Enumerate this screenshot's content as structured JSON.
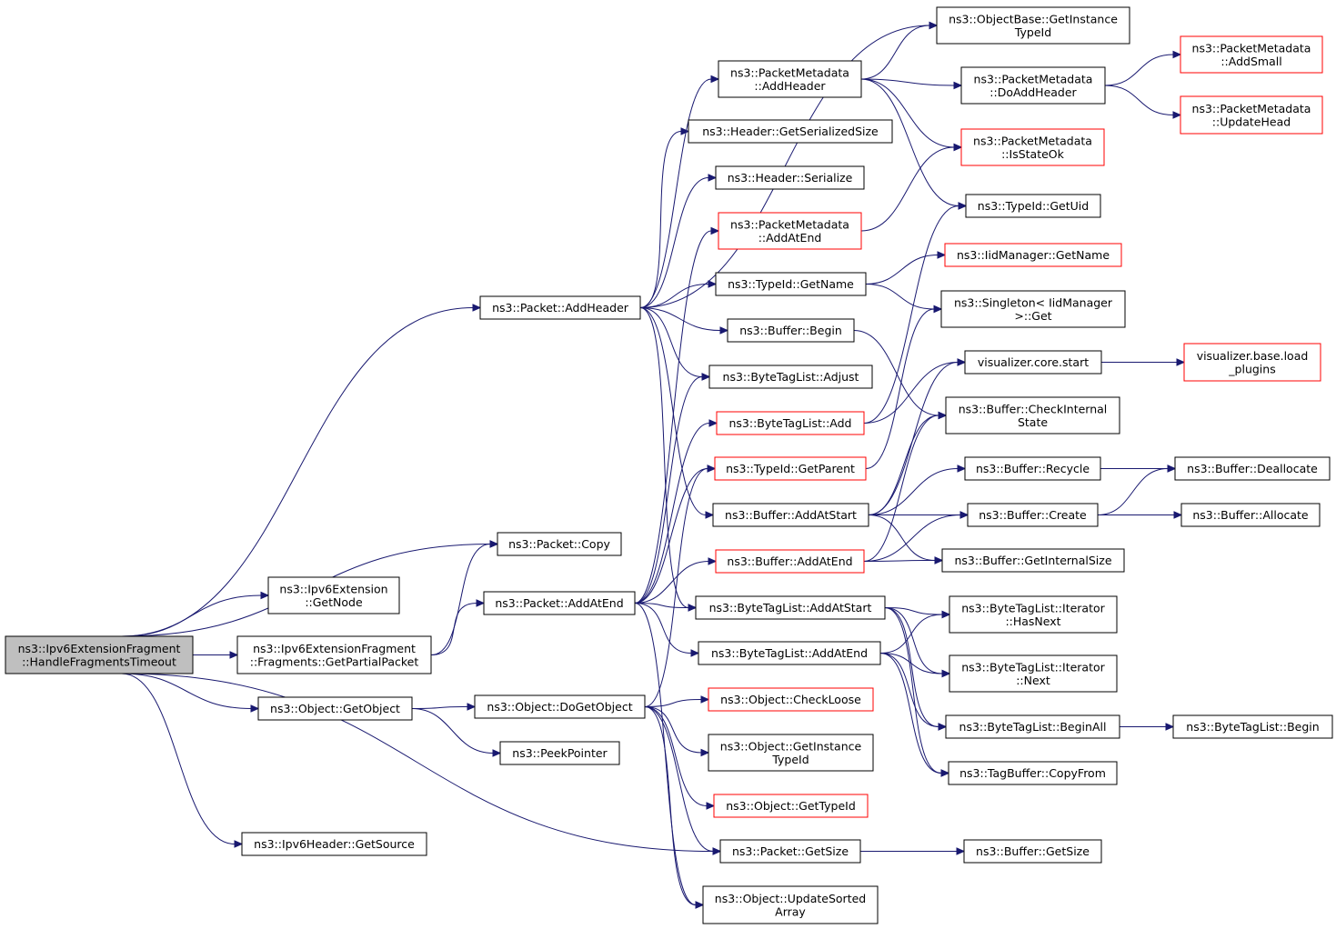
{
  "diagram": {
    "nodes": [
      {
        "id": "root",
        "lines": [
          "ns3::Ipv6ExtensionFragment",
          "::HandleFragmentsTimeout"
        ],
        "style": "root"
      },
      {
        "id": "pkt_addheader",
        "lines": [
          "ns3::Packet::AddHeader"
        ],
        "style": "normal"
      },
      {
        "id": "pkt_copy",
        "lines": [
          "ns3::Packet::Copy"
        ],
        "style": "normal"
      },
      {
        "id": "ipv6ext_getnode",
        "lines": [
          "ns3::Ipv6Extension",
          "::GetNode"
        ],
        "style": "normal"
      },
      {
        "id": "getpartial",
        "lines": [
          "ns3::Ipv6ExtensionFragment",
          "::Fragments::GetPartialPacket"
        ],
        "style": "normal"
      },
      {
        "id": "obj_getobject",
        "lines": [
          "ns3::Object::GetObject"
        ],
        "style": "normal"
      },
      {
        "id": "ipv6hdr_getsource",
        "lines": [
          "ns3::Ipv6Header::GetSource"
        ],
        "style": "normal"
      },
      {
        "id": "pkt_addatend",
        "lines": [
          "ns3::Packet::AddAtEnd"
        ],
        "style": "normal"
      },
      {
        "id": "obj_dogetobject",
        "lines": [
          "ns3::Object::DoGetObject"
        ],
        "style": "normal"
      },
      {
        "id": "peekpointer",
        "lines": [
          "ns3::PeekPointer"
        ],
        "style": "normal"
      },
      {
        "id": "pm_addheader",
        "lines": [
          "ns3::PacketMetadata",
          "::AddHeader"
        ],
        "style": "normal"
      },
      {
        "id": "hdr_getser",
        "lines": [
          "ns3::Header::GetSerializedSize"
        ],
        "style": "normal"
      },
      {
        "id": "hdr_serialize",
        "lines": [
          "ns3::Header::Serialize"
        ],
        "style": "normal"
      },
      {
        "id": "pm_addatend",
        "lines": [
          "ns3::PacketMetadata",
          "::AddAtEnd"
        ],
        "style": "trunc"
      },
      {
        "id": "tid_getname",
        "lines": [
          "ns3::TypeId::GetName"
        ],
        "style": "normal"
      },
      {
        "id": "buf_begin",
        "lines": [
          "ns3::Buffer::Begin"
        ],
        "style": "normal"
      },
      {
        "id": "btl_adjust",
        "lines": [
          "ns3::ByteTagList::Adjust"
        ],
        "style": "normal"
      },
      {
        "id": "btl_add",
        "lines": [
          "ns3::ByteTagList::Add"
        ],
        "style": "trunc"
      },
      {
        "id": "tid_getparent",
        "lines": [
          "ns3::TypeId::GetParent"
        ],
        "style": "trunc"
      },
      {
        "id": "buf_addatstart",
        "lines": [
          "ns3::Buffer::AddAtStart"
        ],
        "style": "normal"
      },
      {
        "id": "buf_addatend",
        "lines": [
          "ns3::Buffer::AddAtEnd"
        ],
        "style": "trunc"
      },
      {
        "id": "btl_addatstart",
        "lines": [
          "ns3::ByteTagList::AddAtStart"
        ],
        "style": "normal"
      },
      {
        "id": "btl_addatend",
        "lines": [
          "ns3::ByteTagList::AddAtEnd"
        ],
        "style": "normal"
      },
      {
        "id": "obj_checkloose",
        "lines": [
          "ns3::Object::CheckLoose"
        ],
        "style": "trunc"
      },
      {
        "id": "obj_getinsttid",
        "lines": [
          "ns3::Object::GetInstance",
          "TypeId"
        ],
        "style": "normal"
      },
      {
        "id": "obj_gettypeid",
        "lines": [
          "ns3::Object::GetTypeId"
        ],
        "style": "trunc"
      },
      {
        "id": "pkt_getsize",
        "lines": [
          "ns3::Packet::GetSize"
        ],
        "style": "normal"
      },
      {
        "id": "obj_updatesorted",
        "lines": [
          "ns3::Object::UpdateSorted",
          "Array"
        ],
        "style": "normal"
      },
      {
        "id": "objbase_getinst",
        "lines": [
          "ns3::ObjectBase::GetInstance",
          "TypeId"
        ],
        "style": "normal"
      },
      {
        "id": "pm_doaddheader",
        "lines": [
          "ns3::PacketMetadata",
          "::DoAddHeader"
        ],
        "style": "normal"
      },
      {
        "id": "pm_isstateok",
        "lines": [
          "ns3::PacketMetadata",
          "::IsStateOk"
        ],
        "style": "trunc"
      },
      {
        "id": "tid_getuid",
        "lines": [
          "ns3::TypeId::GetUid"
        ],
        "style": "normal"
      },
      {
        "id": "iidm_getname",
        "lines": [
          "ns3::IidManager::GetName"
        ],
        "style": "trunc"
      },
      {
        "id": "singleton_get",
        "lines": [
          "ns3::Singleton< IidManager",
          ">::Get"
        ],
        "style": "normal"
      },
      {
        "id": "viz_start",
        "lines": [
          "visualizer.core.start"
        ],
        "style": "normal"
      },
      {
        "id": "buf_checkinternal",
        "lines": [
          "ns3::Buffer::CheckInternal",
          "State"
        ],
        "style": "normal"
      },
      {
        "id": "buf_recycle",
        "lines": [
          "ns3::Buffer::Recycle"
        ],
        "style": "normal"
      },
      {
        "id": "buf_create",
        "lines": [
          "ns3::Buffer::Create"
        ],
        "style": "normal"
      },
      {
        "id": "buf_getinternalsize",
        "lines": [
          "ns3::Buffer::GetInternalSize"
        ],
        "style": "normal"
      },
      {
        "id": "btl_iter_hasnext",
        "lines": [
          "ns3::ByteTagList::Iterator",
          "::HasNext"
        ],
        "style": "normal"
      },
      {
        "id": "btl_iter_next",
        "lines": [
          "ns3::ByteTagList::Iterator",
          "::Next"
        ],
        "style": "normal"
      },
      {
        "id": "btl_beginall",
        "lines": [
          "ns3::ByteTagList::BeginAll"
        ],
        "style": "normal"
      },
      {
        "id": "tagbuf_copyfrom",
        "lines": [
          "ns3::TagBuffer::CopyFrom"
        ],
        "style": "normal"
      },
      {
        "id": "buf_getsize",
        "lines": [
          "ns3::Buffer::GetSize"
        ],
        "style": "normal"
      },
      {
        "id": "pm_addsmall",
        "lines": [
          "ns3::PacketMetadata",
          "::AddSmall"
        ],
        "style": "trunc"
      },
      {
        "id": "pm_updatehead",
        "lines": [
          "ns3::PacketMetadata",
          "::UpdateHead"
        ],
        "style": "trunc"
      },
      {
        "id": "viz_loadplugins",
        "lines": [
          "visualizer.base.load",
          "_plugins"
        ],
        "style": "trunc"
      },
      {
        "id": "buf_deallocate",
        "lines": [
          "ns3::Buffer::Deallocate"
        ],
        "style": "normal"
      },
      {
        "id": "buf_allocate",
        "lines": [
          "ns3::Buffer::Allocate"
        ],
        "style": "normal"
      },
      {
        "id": "btl_begin",
        "lines": [
          "ns3::ByteTagList::Begin"
        ],
        "style": "normal"
      }
    ],
    "edges": [
      [
        "root",
        "pkt_addheader"
      ],
      [
        "root",
        "pkt_copy"
      ],
      [
        "root",
        "ipv6ext_getnode"
      ],
      [
        "root",
        "getpartial"
      ],
      [
        "root",
        "obj_getobject"
      ],
      [
        "root",
        "ipv6hdr_getsource"
      ],
      [
        "root",
        "pkt_getsize"
      ],
      [
        "getpartial",
        "pkt_copy"
      ],
      [
        "getpartial",
        "pkt_addatend"
      ],
      [
        "obj_getobject",
        "obj_dogetobject"
      ],
      [
        "obj_getobject",
        "peekpointer"
      ],
      [
        "pkt_addheader",
        "objbase_getinst"
      ],
      [
        "pkt_addheader",
        "pm_addheader"
      ],
      [
        "pkt_addheader",
        "hdr_getser"
      ],
      [
        "pkt_addheader",
        "hdr_serialize"
      ],
      [
        "pkt_addheader",
        "tid_getname"
      ],
      [
        "pkt_addheader",
        "buf_begin"
      ],
      [
        "pkt_addheader",
        "btl_adjust"
      ],
      [
        "pkt_addheader",
        "buf_addatstart"
      ],
      [
        "pkt_addheader",
        "btl_addatstart"
      ],
      [
        "pkt_addatend",
        "pm_addatend"
      ],
      [
        "pkt_addatend",
        "btl_adjust"
      ],
      [
        "pkt_addatend",
        "btl_add"
      ],
      [
        "pkt_addatend",
        "tid_getparent"
      ],
      [
        "pkt_addatend",
        "buf_addatend"
      ],
      [
        "pkt_addatend",
        "btl_addatstart"
      ],
      [
        "pkt_addatend",
        "btl_addatend"
      ],
      [
        "pkt_addatend",
        "obj_updatesorted"
      ],
      [
        "obj_dogetobject",
        "obj_checkloose"
      ],
      [
        "obj_dogetobject",
        "obj_getinsttid"
      ],
      [
        "obj_dogetobject",
        "obj_gettypeid"
      ],
      [
        "obj_dogetobject",
        "pkt_getsize"
      ],
      [
        "obj_dogetobject",
        "obj_updatesorted"
      ],
      [
        "obj_dogetobject",
        "tid_getparent"
      ],
      [
        "pm_addheader",
        "objbase_getinst"
      ],
      [
        "pm_addheader",
        "pm_doaddheader"
      ],
      [
        "pm_addheader",
        "pm_isstateok"
      ],
      [
        "pm_addheader",
        "tid_getuid"
      ],
      [
        "pm_addatend",
        "pm_isstateok"
      ],
      [
        "tid_getname",
        "iidm_getname"
      ],
      [
        "tid_getname",
        "singleton_get"
      ],
      [
        "buf_begin",
        "buf_checkinternal"
      ],
      [
        "btl_add",
        "viz_start"
      ],
      [
        "btl_add",
        "tid_getuid"
      ],
      [
        "tid_getparent",
        "singleton_get"
      ],
      [
        "buf_addatstart",
        "buf_recycle"
      ],
      [
        "buf_addatstart",
        "buf_create"
      ],
      [
        "buf_addatstart",
        "buf_getinternalsize"
      ],
      [
        "buf_addatstart",
        "buf_checkinternal"
      ],
      [
        "buf_addatstart",
        "viz_start"
      ],
      [
        "buf_addatend",
        "buf_create"
      ],
      [
        "buf_addatend",
        "buf_getinternalsize"
      ],
      [
        "buf_addatend",
        "buf_checkinternal"
      ],
      [
        "btl_addatstart",
        "btl_iter_hasnext"
      ],
      [
        "btl_addatstart",
        "btl_iter_next"
      ],
      [
        "btl_addatstart",
        "btl_beginall"
      ],
      [
        "btl_addatstart",
        "tagbuf_copyfrom"
      ],
      [
        "btl_addatend",
        "btl_iter_hasnext"
      ],
      [
        "btl_addatend",
        "btl_iter_next"
      ],
      [
        "btl_addatend",
        "btl_beginall"
      ],
      [
        "btl_addatend",
        "tagbuf_copyfrom"
      ],
      [
        "pkt_getsize",
        "buf_getsize"
      ],
      [
        "pm_doaddheader",
        "pm_addsmall"
      ],
      [
        "pm_doaddheader",
        "pm_updatehead"
      ],
      [
        "viz_start",
        "viz_loadplugins"
      ],
      [
        "buf_recycle",
        "buf_deallocate"
      ],
      [
        "buf_create",
        "buf_deallocate"
      ],
      [
        "buf_create",
        "buf_allocate"
      ],
      [
        "btl_beginall",
        "btl_begin"
      ]
    ]
  }
}
